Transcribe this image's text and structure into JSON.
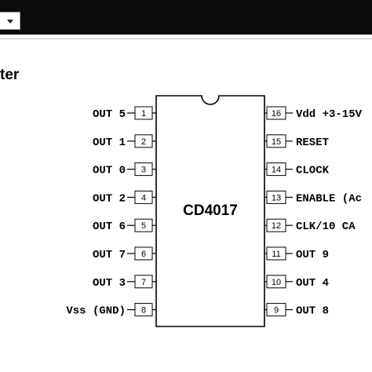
{
  "header": {
    "dropdown_icon": "chevron-down-icon"
  },
  "page": {
    "heading": "ter"
  },
  "chip": {
    "name": "CD4017",
    "pins_left": [
      {
        "num": "1",
        "label": "OUT 5"
      },
      {
        "num": "2",
        "label": "OUT 1"
      },
      {
        "num": "3",
        "label": "OUT 0"
      },
      {
        "num": "4",
        "label": "OUT 2"
      },
      {
        "num": "5",
        "label": "OUT 6"
      },
      {
        "num": "6",
        "label": "OUT 7"
      },
      {
        "num": "7",
        "label": "OUT 3"
      },
      {
        "num": "8",
        "label": "Vss (GND)"
      }
    ],
    "pins_right": [
      {
        "num": "16",
        "label": "Vdd +3-15V"
      },
      {
        "num": "15",
        "label": "RESET"
      },
      {
        "num": "14",
        "label": "CLOCK"
      },
      {
        "num": "13",
        "label": "ENABLE (Ac"
      },
      {
        "num": "12",
        "label": "CLK/10 CA"
      },
      {
        "num": "11",
        "label": "OUT 9"
      },
      {
        "num": "10",
        "label": "OUT 4"
      },
      {
        "num": "9",
        "label": "OUT 8"
      }
    ]
  }
}
